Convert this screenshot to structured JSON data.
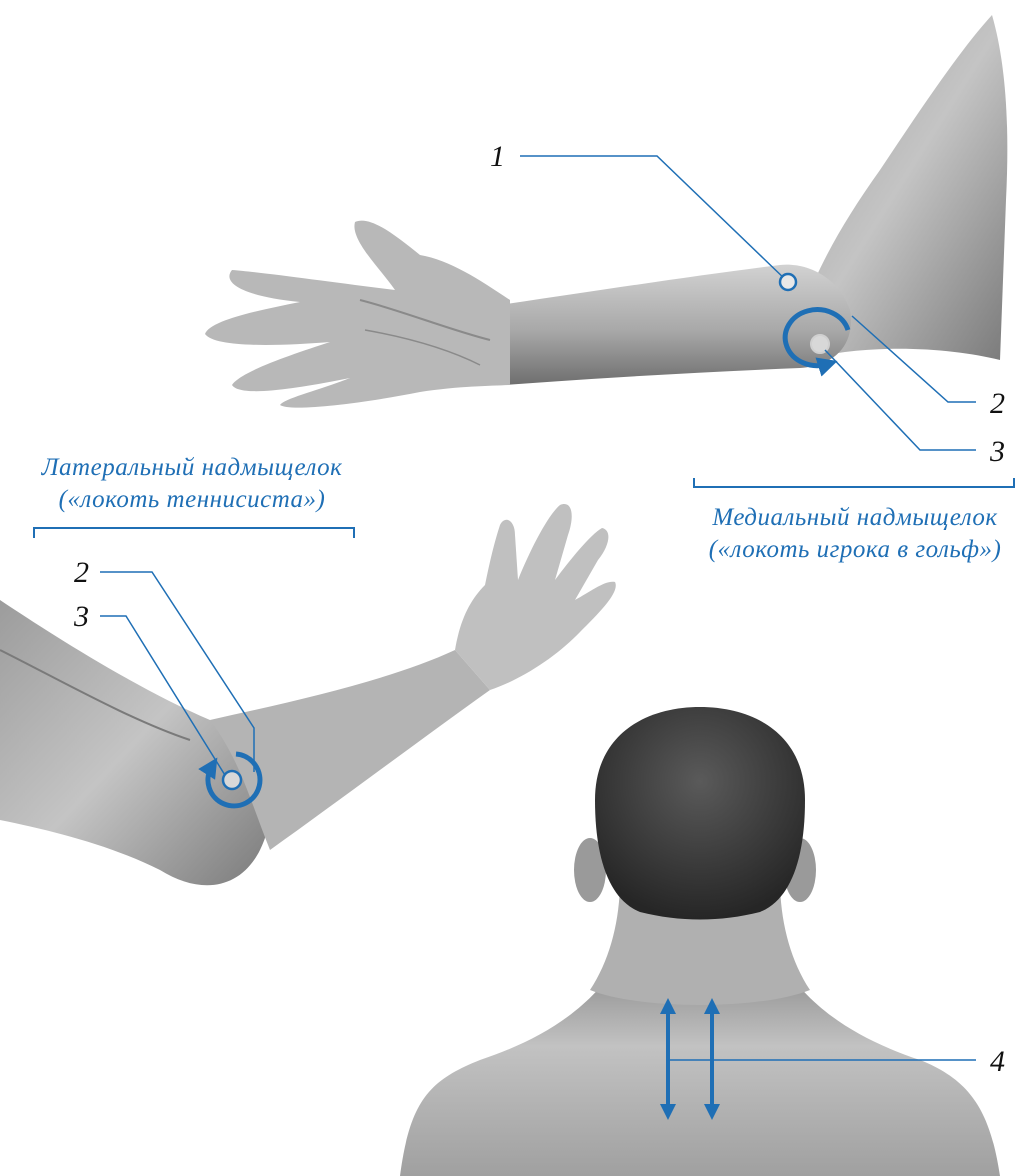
{
  "colors": {
    "accent": "#1f6fb5",
    "skin_light": "#c9c9c9",
    "skin_mid": "#9a9a9a",
    "skin_dark": "#5d5d5d",
    "hair": "#2d2d2d",
    "callout_text": "#111111"
  },
  "callouts": {
    "top_arm": {
      "n1": "1",
      "n2": "2",
      "n3": "3"
    },
    "bottom_arm": {
      "n2": "2",
      "n3": "3"
    },
    "neck": {
      "n4": "4"
    }
  },
  "captions": {
    "medial": {
      "line1": "Медиальный надмыщелок",
      "line2": "(«локоть игрока в гольф»)"
    },
    "lateral": {
      "line1": "Латеральный надмыщелок",
      "line2": "(«локоть теннисиста»)"
    }
  },
  "icons": [
    "rotation-arrow-icon",
    "double-arrow-icon",
    "point-marker-icon"
  ]
}
